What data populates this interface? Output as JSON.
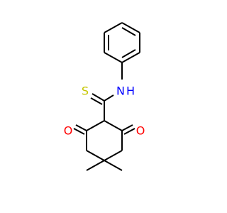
{
  "molecule": {
    "atoms": {
      "sulfur": {
        "label": "S",
        "color": "#c6c600"
      },
      "nitrogen": {
        "label": "N",
        "color": "#0000ff"
      },
      "hydrogen": {
        "label": "H",
        "color": "#0000ff"
      },
      "oxygen_left": {
        "label": "O",
        "color": "#ff0000"
      },
      "oxygen_right": {
        "label": "O",
        "color": "#ff0000"
      }
    },
    "bond_color": "#000000",
    "background": "#ffffff"
  }
}
